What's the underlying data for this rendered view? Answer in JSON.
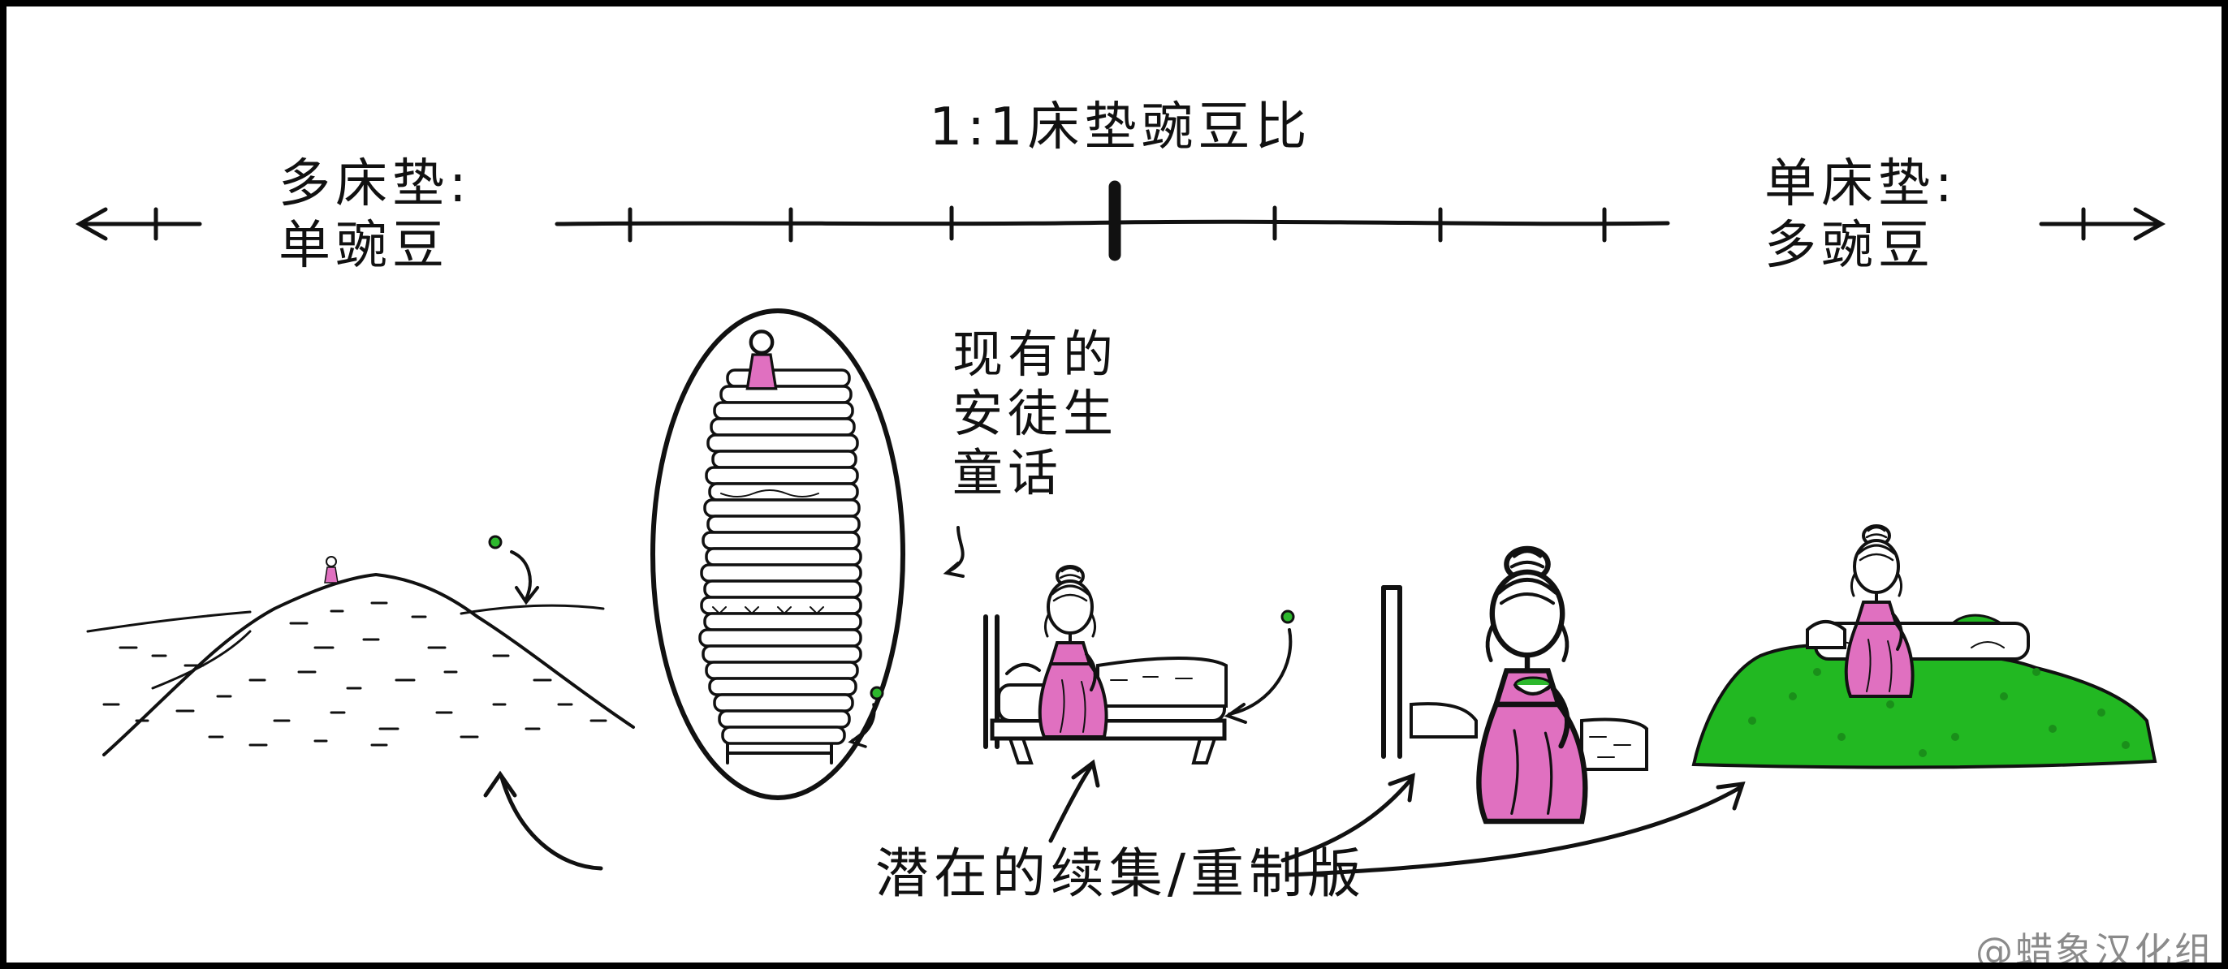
{
  "scale": {
    "title": "1:1床垫豌豆比",
    "left_extreme": [
      "多床垫:",
      "单豌豆"
    ],
    "right_extreme": [
      "单床垫:",
      "多豌豆"
    ]
  },
  "original_label": [
    "现有的",
    "安徒生",
    "童话"
  ],
  "sequels_label": "潜在的续集/重制版",
  "watermark": "@蜡象汉化组",
  "colors": {
    "ink": "#111111",
    "princess_dress": "#e070c0",
    "pea": "#2db82d",
    "pea_pile": "#22b822"
  }
}
